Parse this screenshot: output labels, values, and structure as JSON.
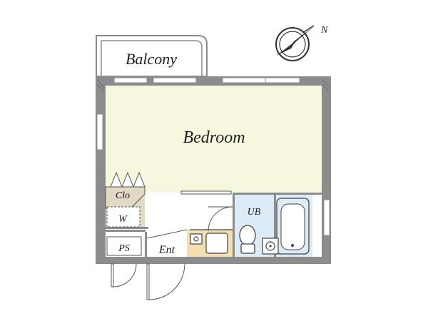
{
  "rooms": {
    "balcony": "Balcony",
    "bedroom": "Bedroom",
    "closet": "Clo",
    "washer": "W",
    "unit_bath": "UB",
    "pipe_space": "PS",
    "entrance": "Ent"
  },
  "compass": {
    "north": "N"
  },
  "colors": {
    "wall": "#8c8c8c",
    "bedroom_floor": "#f7f6df",
    "closet_floor": "#e2d9c4",
    "bath_floor": "#dcebf5",
    "kitchen_counter": "#f2e0b3",
    "window": "#ffffff"
  }
}
